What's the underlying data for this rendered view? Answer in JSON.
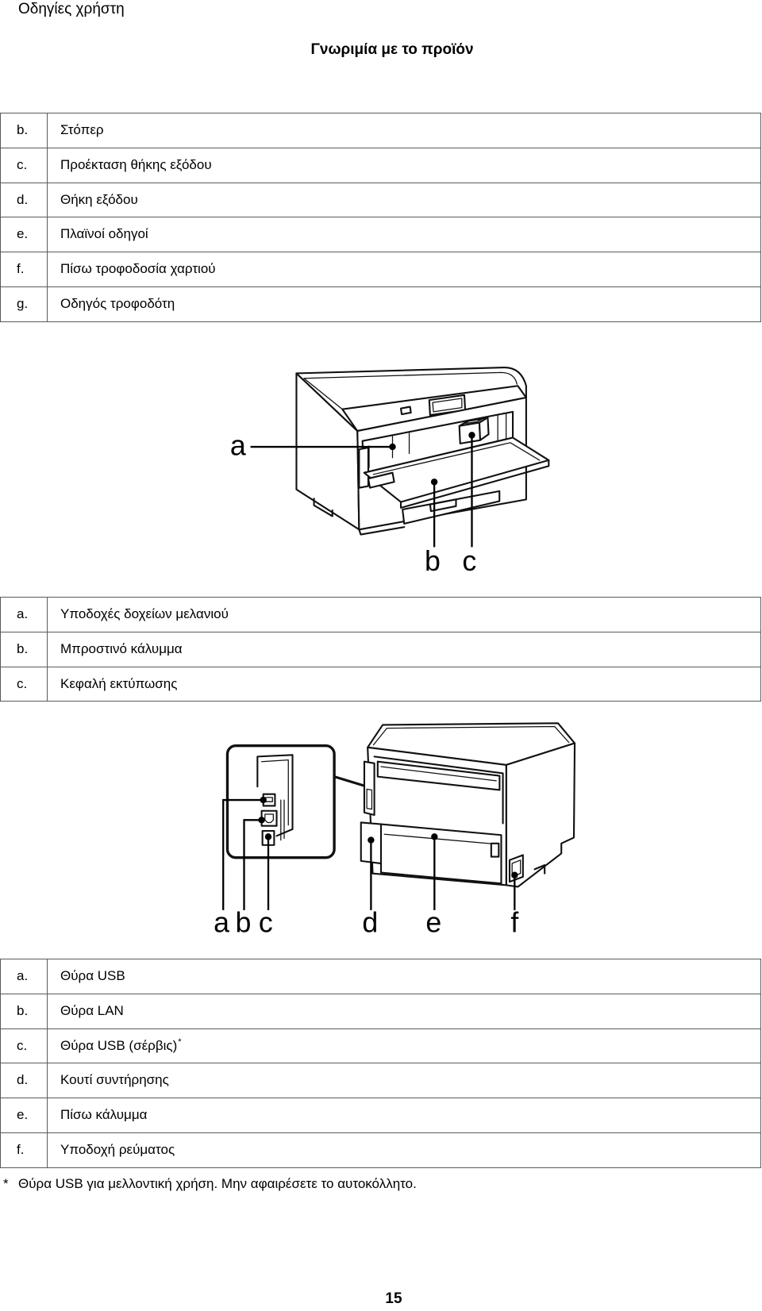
{
  "header": {
    "doc_title": "Οδηγίες χρήστη",
    "section_title": "Γνωριμία με το προϊόν"
  },
  "table_1": {
    "rows": [
      {
        "key": "b.",
        "label": "Στόπερ"
      },
      {
        "key": "c.",
        "label": "Προέκταση θήκης εξόδου"
      },
      {
        "key": "d.",
        "label": "Θήκη εξόδου"
      },
      {
        "key": "e.",
        "label": "Πλαϊνοί οδηγοί"
      },
      {
        "key": "f.",
        "label": "Πίσω τροφοδοσία χαρτιού"
      },
      {
        "key": "g.",
        "label": "Οδηγός τροφοδότη"
      }
    ]
  },
  "figure_front": {
    "callouts": [
      "a",
      "b",
      "c"
    ]
  },
  "table_2": {
    "rows": [
      {
        "key": "a.",
        "label": "Υποδοχές δοχείων μελανιού"
      },
      {
        "key": "b.",
        "label": "Μπροστινό κάλυμμα"
      },
      {
        "key": "c.",
        "label": "Κεφαλή εκτύπωσης"
      }
    ]
  },
  "figure_rear": {
    "callouts": [
      "a",
      "b",
      "c",
      "d",
      "e",
      "f"
    ]
  },
  "table_3": {
    "rows": [
      {
        "key": "a.",
        "label": "Θύρα USB"
      },
      {
        "key": "b.",
        "label": "Θύρα LAN"
      },
      {
        "key": "c.",
        "label": "Θύρα USB (σέρβις)",
        "note_marker": "*"
      },
      {
        "key": "d.",
        "label": "Κουτί συντήρησης"
      },
      {
        "key": "e.",
        "label": "Πίσω κάλυμμα"
      },
      {
        "key": "f.",
        "label": "Υποδοχή ρεύματος"
      }
    ]
  },
  "footnote": {
    "marker": "*",
    "text": "Θύρα USB για μελλοντική χρήση. Μην αφαιρέσετε το αυτοκόλλητο."
  },
  "page_number": "15",
  "colors": {
    "text": "#000000",
    "rule": "#5a5a5a",
    "line_art": "#111111"
  }
}
